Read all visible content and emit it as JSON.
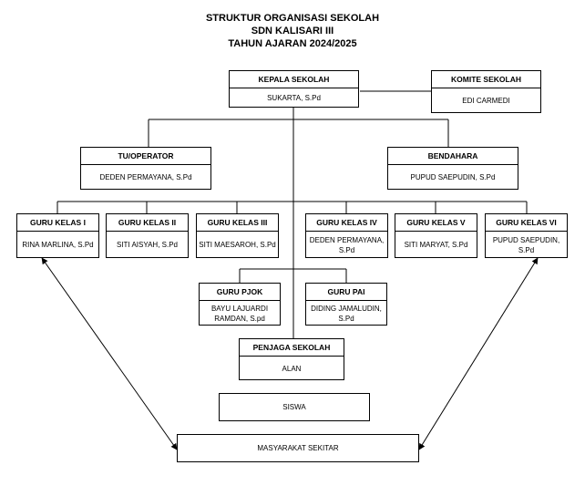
{
  "title": {
    "line1": "STRUKTUR ORGANISASI SEKOLAH",
    "line2": "SDN KALISARI III",
    "line3": "TAHUN AJARAN 2024/2025"
  },
  "nodes": {
    "kepala": {
      "role": "KEPALA SEKOLAH",
      "name": "SUKARTA, S.Pd"
    },
    "komite": {
      "role": "KOMITE SEKOLAH",
      "name": "EDI CARMEDI"
    },
    "tu": {
      "role": "TU/OPERATOR",
      "name": "DEDEN PERMAYANA, S.Pd"
    },
    "bendahara": {
      "role": "BENDAHARA",
      "name": "PUPUD SAEPUDIN, S.Pd"
    },
    "kelas1": {
      "role": "GURU KELAS I",
      "name": "RINA MARLINA, S.Pd"
    },
    "kelas2": {
      "role": "GURU KELAS II",
      "name": "SITI AISYAH, S.Pd"
    },
    "kelas3": {
      "role": "GURU KELAS III",
      "name": "SITI MAESAROH, S.Pd"
    },
    "kelas4": {
      "role": "GURU KELAS IV",
      "name": "DEDEN PERMAYANA, S.Pd"
    },
    "kelas5": {
      "role": "GURU KELAS V",
      "name": "SITI MARYAT, S.Pd"
    },
    "kelas6": {
      "role": "GURU KELAS VI",
      "name": "PUPUD SAEPUDIN, S.Pd"
    },
    "pjok": {
      "role": "GURU PJOK",
      "name": "BAYU LAJUARDI RAMDAN, S.pd"
    },
    "pai": {
      "role": "GURU PAI",
      "name": "DIDING JAMALUDIN, S.Pd"
    },
    "penjaga": {
      "role": "PENJAGA SEKOLAH",
      "name": "ALAN"
    },
    "siswa": {
      "name": "SISWA"
    },
    "masyarakat": {
      "name": "MASYARAKAT SEKITAR"
    }
  },
  "colors": {
    "line": "#000000",
    "background": "#ffffff"
  }
}
